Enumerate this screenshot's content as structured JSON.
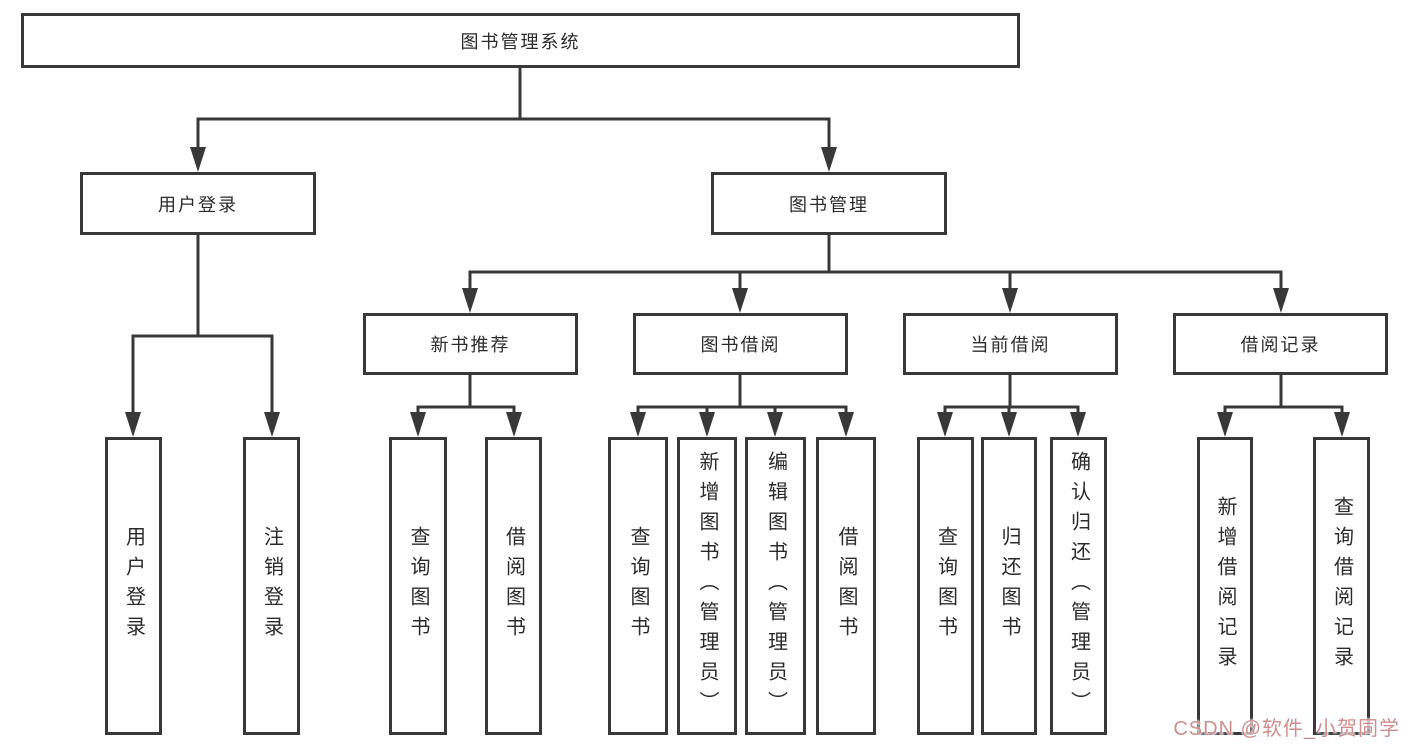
{
  "diagram_title": "图书管理系统",
  "root": {
    "label": "图书管理系统"
  },
  "branches": [
    {
      "label": "用户登录",
      "children": [
        {
          "label": "用户登录"
        },
        {
          "label": "注销登录"
        }
      ]
    },
    {
      "label": "图书管理",
      "children": [
        {
          "label": "新书推荐",
          "children": [
            {
              "label": "查询图书"
            },
            {
              "label": "借阅图书"
            }
          ]
        },
        {
          "label": "图书借阅",
          "children": [
            {
              "label": "查询图书"
            },
            {
              "label": "新增图书（管理员）"
            },
            {
              "label": "编辑图书（管理员）"
            },
            {
              "label": "借阅图书"
            }
          ]
        },
        {
          "label": "当前借阅",
          "children": [
            {
              "label": "查询图书"
            },
            {
              "label": "归还图书"
            },
            {
              "label": "确认归还（管理员）"
            }
          ]
        },
        {
          "label": "借阅记录",
          "children": [
            {
              "label": "新增借阅记录"
            },
            {
              "label": "查询借阅记录"
            }
          ]
        }
      ]
    }
  ],
  "watermark": {
    "text": "CSDN @软件_小贺同学",
    "color": "#cf8d8d"
  },
  "colors": {
    "line": "#383838",
    "border": "#383838",
    "text": "#2b2b2b",
    "background": "#ffffff"
  }
}
